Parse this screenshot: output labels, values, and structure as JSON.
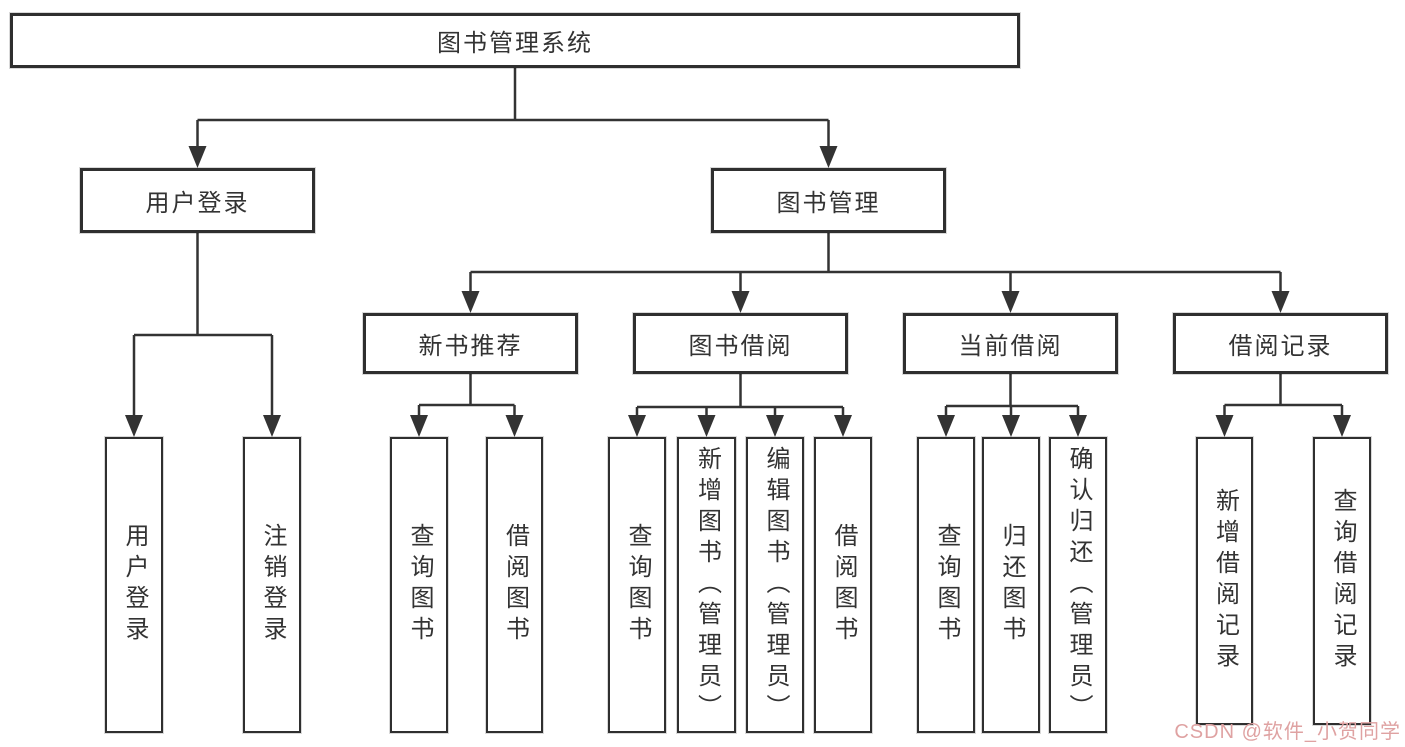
{
  "diagram": {
    "root": {
      "label": "图书管理系统",
      "children": [
        {
          "label": "用户登录",
          "children": [
            {
              "label": "用户登录"
            },
            {
              "label": "注销登录"
            }
          ]
        },
        {
          "label": "图书管理",
          "children": [
            {
              "label": "新书推荐",
              "children": [
                {
                  "label": "查询图书"
                },
                {
                  "label": "借阅图书"
                }
              ]
            },
            {
              "label": "图书借阅",
              "children": [
                {
                  "label": "查询图书"
                },
                {
                  "label": "新增图书（管理员）"
                },
                {
                  "label": "编辑图书（管理员）"
                },
                {
                  "label": "借阅图书"
                }
              ]
            },
            {
              "label": "当前借阅",
              "children": [
                {
                  "label": "查询图书"
                },
                {
                  "label": "归还图书"
                },
                {
                  "label": "确认归还（管理员）"
                }
              ]
            },
            {
              "label": "借阅记录",
              "children": [
                {
                  "label": "新增借阅记录"
                },
                {
                  "label": "查询借阅记录"
                }
              ]
            }
          ]
        }
      ]
    },
    "watermark": "CSDN @软件_小贺同学"
  },
  "colors": {
    "line": "#333333",
    "box_border": "#2f2f2f",
    "text": "#333333",
    "watermark": "#dfa2a2",
    "background": "#ffffff"
  }
}
